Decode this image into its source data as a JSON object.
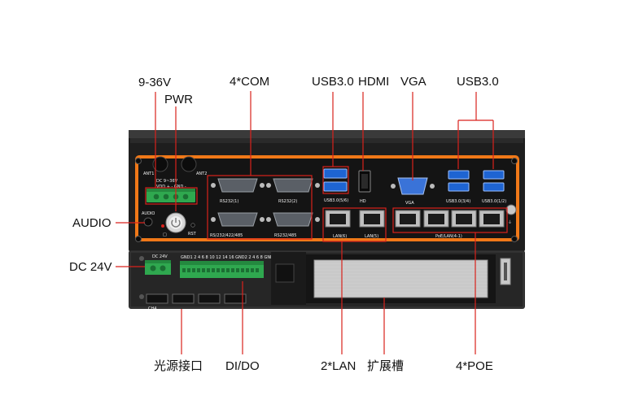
{
  "callouts": {
    "power_in": "9-36V",
    "pwr": "PWR",
    "com": "4*COM",
    "usb_left": "USB3.0",
    "hdmi": "HDMI",
    "vga": "VGA",
    "usb_right": "USB3.0",
    "audio": "AUDIO",
    "dc24": "DC 24V",
    "optical": "光源接口",
    "dido": "DI/DO",
    "lan": "2*LAN",
    "expansion": "扩展槽",
    "poe": "4*POE"
  },
  "board_labels": {
    "ant1": "ANT1",
    "ant2": "ANT2",
    "dc_in": "DC 9~36V",
    "dc_pins": "VDD +  - GND -",
    "audio": "AUDIO",
    "rst": "RST",
    "com1": "RS232(1)",
    "com2": "RS232(2)",
    "com3": "RS/232/422/485",
    "com4": "RS232/485",
    "usb_left": "USB3.0(5/6)",
    "hd": "HD",
    "vga": "VGA",
    "usb_34": "USB3.0(3/4)",
    "usb_12": "USB3.0(1/2)",
    "lan6": "LAN(6)",
    "lan5": "LAN(5)",
    "poe": "PoE/LAN(4-1)",
    "dc24": "DC 24V",
    "dio_pins": "GND1 2  4  6  8 10 12 14 16 GND2  2  4  6  8 GND2",
    "light_ch": "CH4"
  },
  "colors": {
    "annotation_red": "#d9221c",
    "panel_orange": "#f07818",
    "chassis_dark": "#1c1c1c",
    "terminal_green": "#2fa84f",
    "usb_blue": "#1e64d2"
  }
}
